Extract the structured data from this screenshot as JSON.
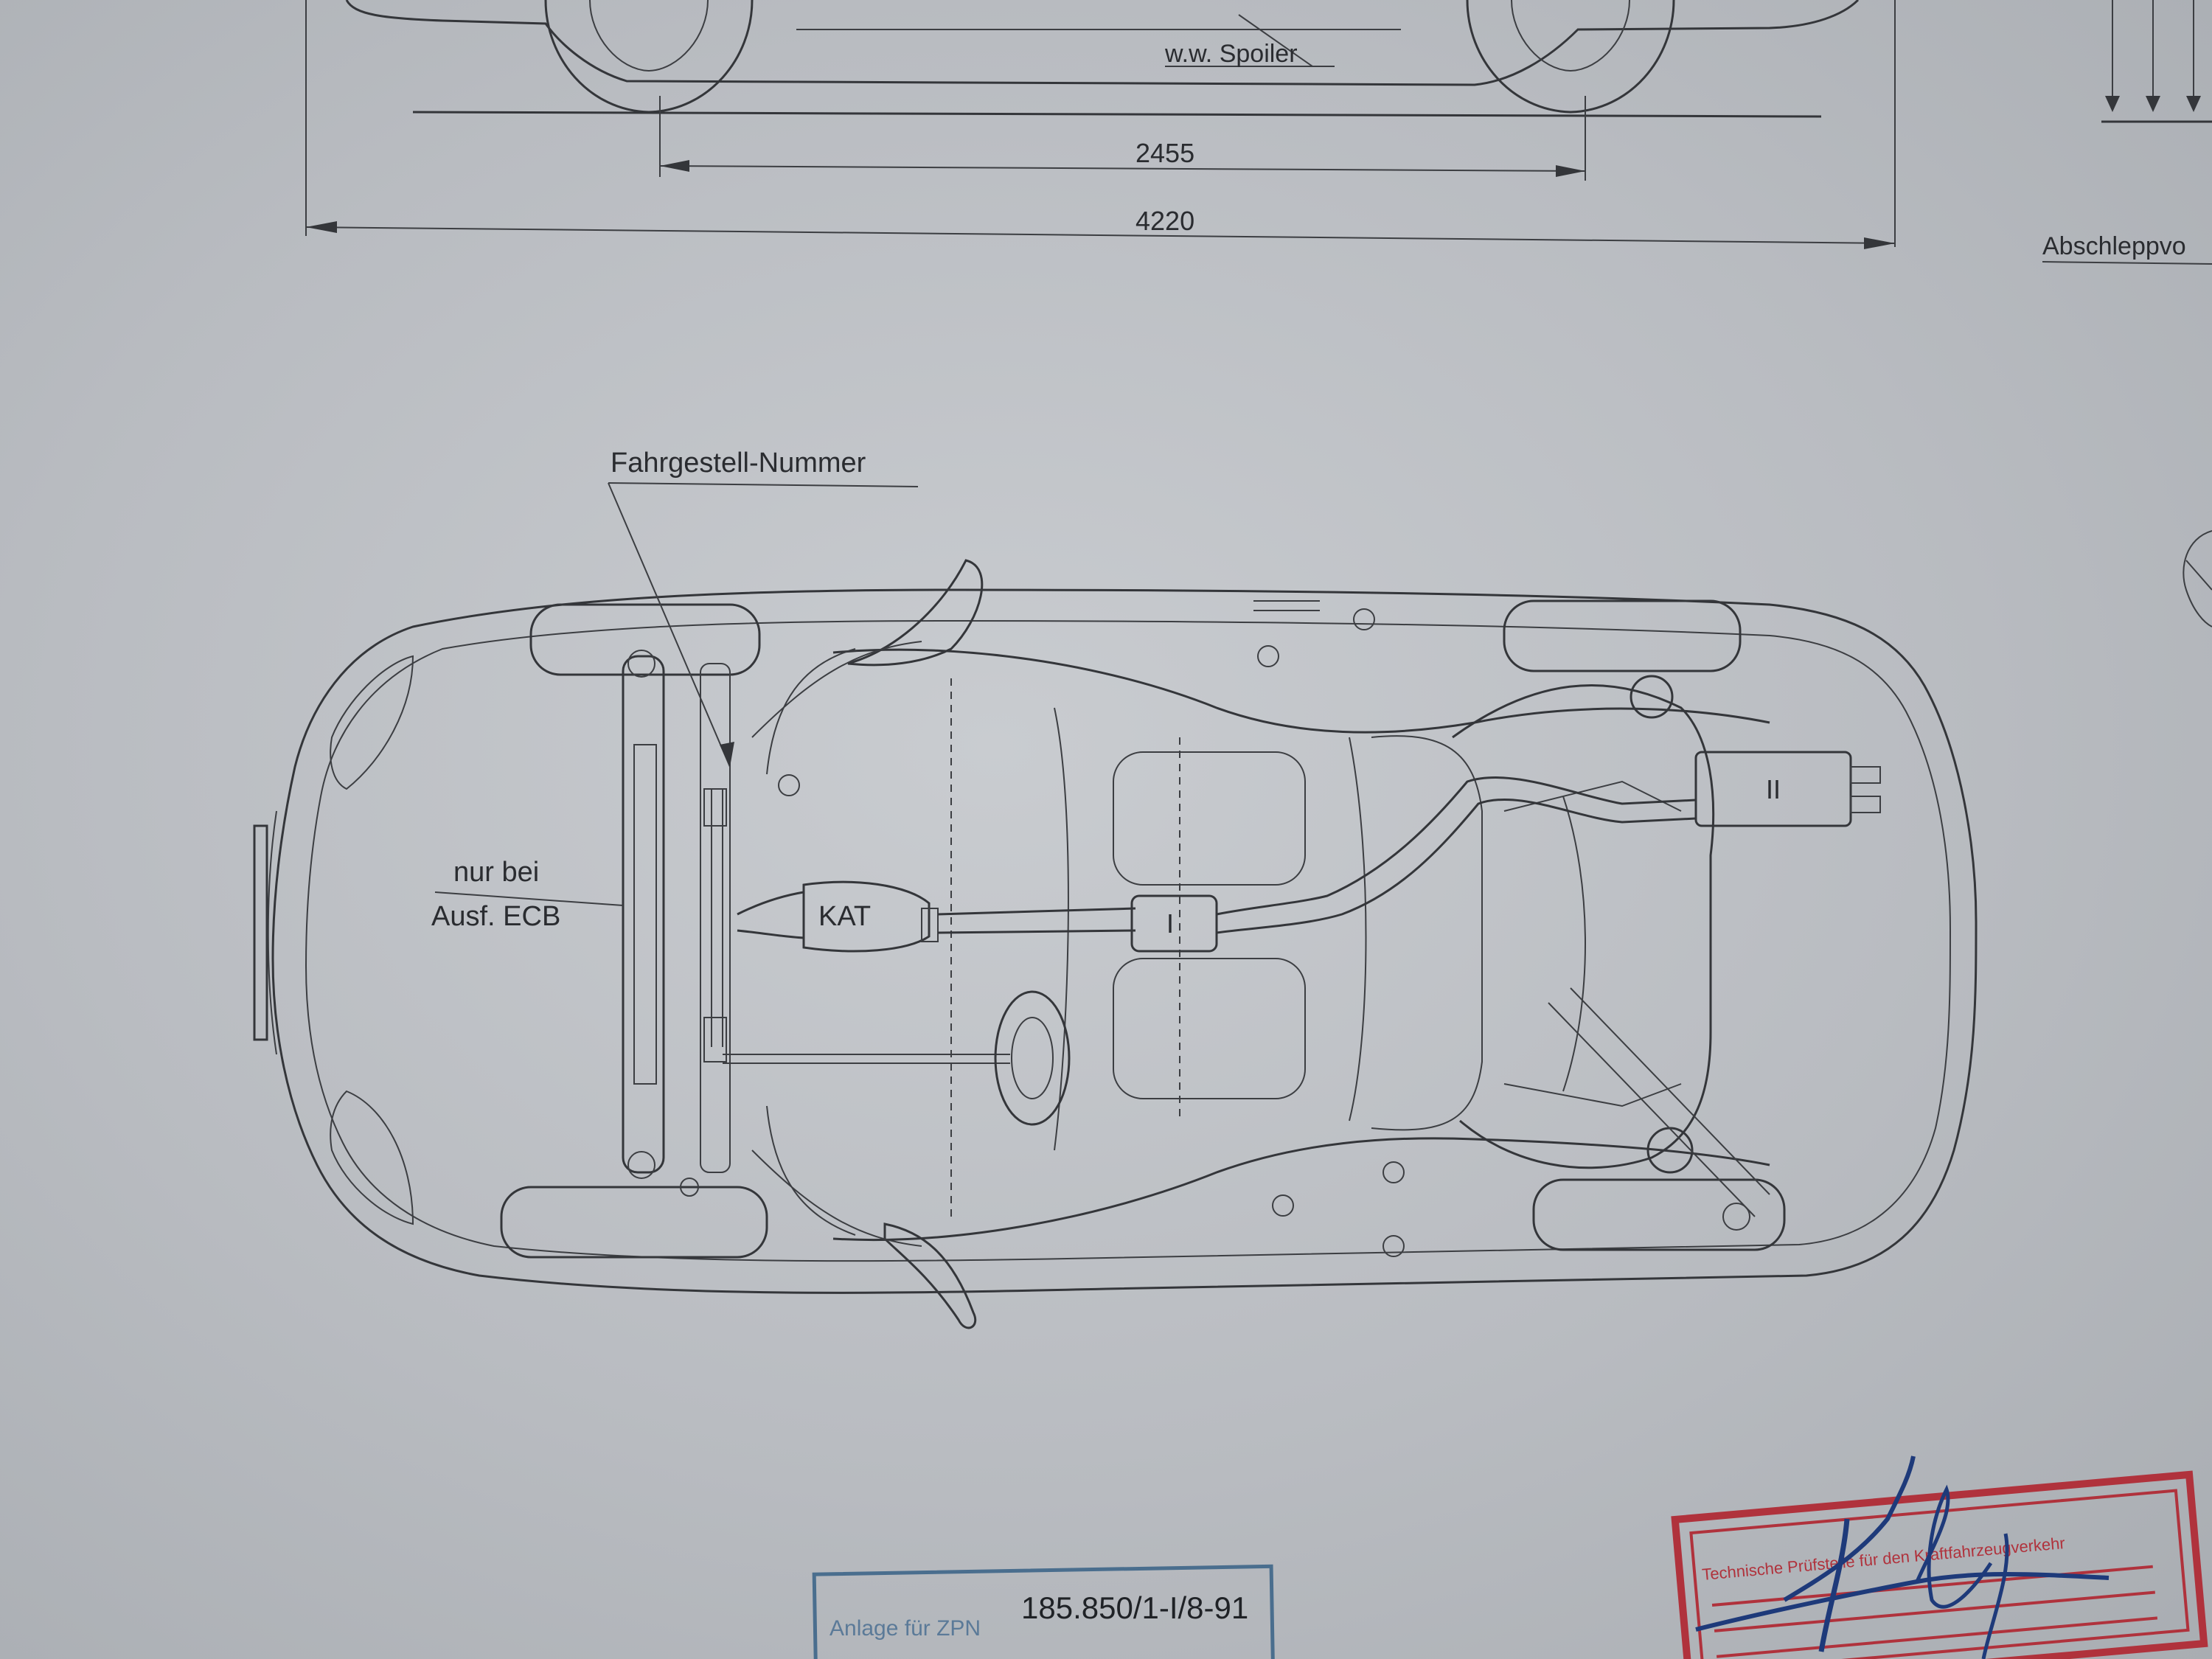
{
  "side_view": {
    "spoiler_label": "w.w. Spoiler",
    "wheelbase_dim": "2455",
    "overall_length_dim": "4220",
    "towing_label": "Abschleppvo"
  },
  "underside_view": {
    "chassis_number_label": "Fahrgestell-Nummer",
    "note_line1": "nur bei",
    "note_line2": "Ausf. ECB",
    "catalyst_label": "KAT",
    "muffler_1_label": "I",
    "muffler_2_label": "II"
  },
  "stamps": {
    "approval_number": "185.850/1-I/8-91",
    "approval_prefix": "Anlage für ZPN",
    "red_stamp_text": "Technische Prüfstelle für den Kraftfahrzeugverkehr"
  },
  "colors": {
    "paper": "#bfc2c6",
    "ink": "#34363a",
    "blue_stamp": "#4a6e8e",
    "red_stamp": "#b0323c",
    "signature": "#1e3a7a"
  }
}
